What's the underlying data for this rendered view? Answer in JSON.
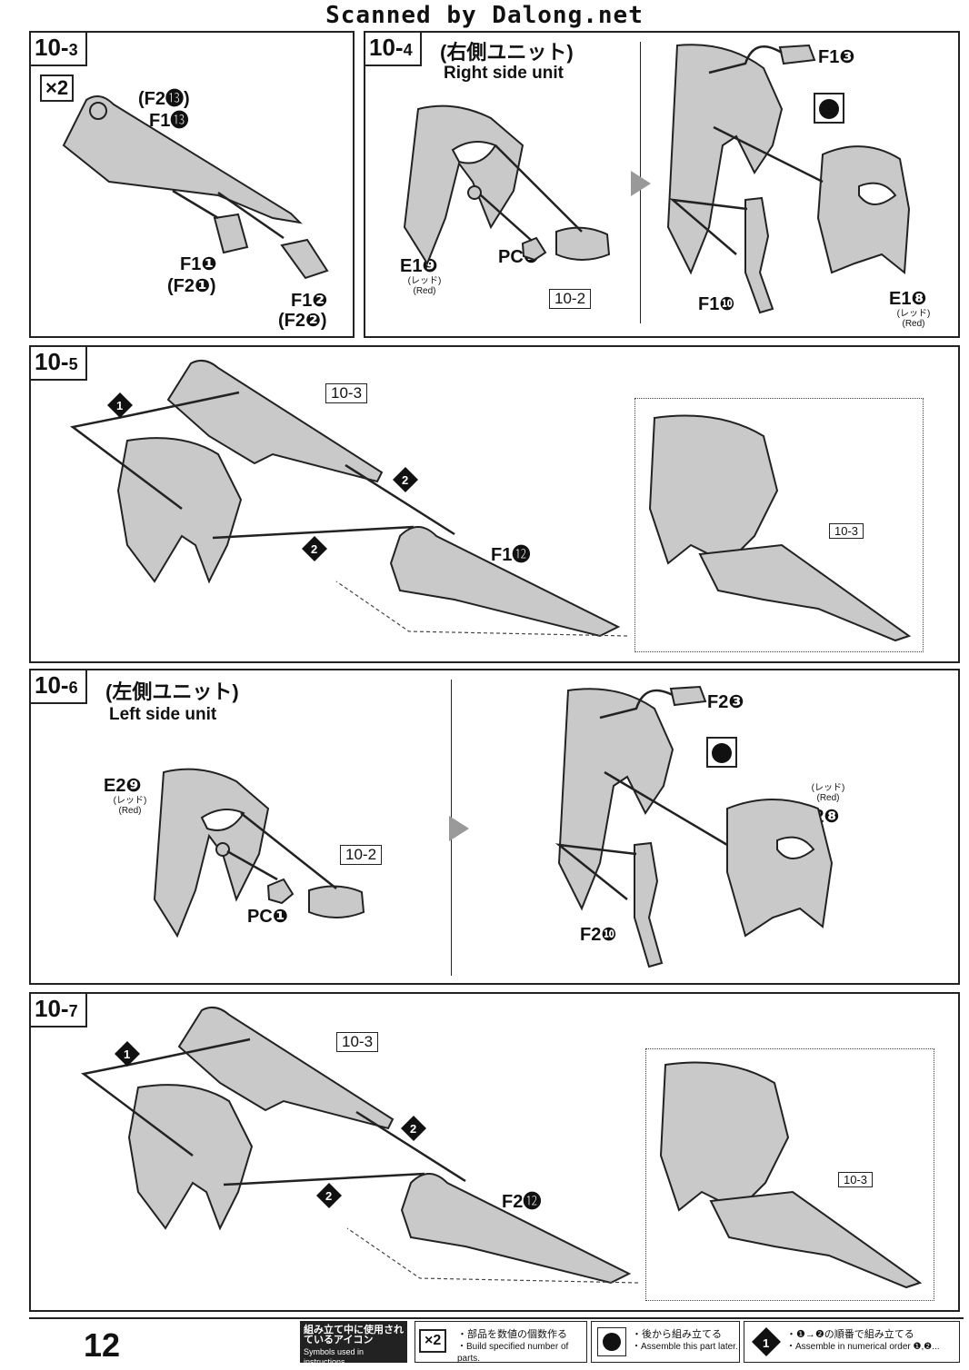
{
  "header": {
    "text": "Scanned by Dalong.net"
  },
  "steps": {
    "s10_3": {
      "num": "10",
      "sub": "3",
      "qty": "×2",
      "labels": {
        "f2_13": "(F2⓭)",
        "f1_13": "F1⓭",
        "f1_1": "F1❶",
        "f2_1": "(F2❶)",
        "f1_2": "F1❷",
        "f2_2": "(F2❷)"
      }
    },
    "s10_4": {
      "num": "10",
      "sub": "4",
      "title_jp": "(右側ユニット)",
      "title_en": "Right side unit",
      "labels": {
        "e1_9": "E1❾",
        "red_jp": "(レッド)",
        "red_en": "(Red)",
        "pc1": "PC❶",
        "ref": "10-2",
        "f1_3": "F1❸",
        "f1_10": "F1❿",
        "e1_8": "E1❽"
      }
    },
    "s10_5": {
      "num": "10",
      "sub": "5",
      "labels": {
        "ref1": "10-3",
        "ref2": "10-3",
        "f1_12": "F1⓬"
      }
    },
    "s10_6": {
      "num": "10",
      "sub": "6",
      "title_jp": "(左側ユニット)",
      "title_en": "Left side unit",
      "labels": {
        "e2_9": "E2❾",
        "red_jp": "(レッド)",
        "red_en": "(Red)",
        "pc1": "PC❶",
        "ref": "10-2",
        "f2_3": "F2❸",
        "f2_10": "F2❿",
        "e2_8": "E2❽"
      }
    },
    "s10_7": {
      "num": "10",
      "sub": "7",
      "labels": {
        "ref1": "10-3",
        "ref2": "10-3",
        "f2_12": "F2⓬"
      }
    }
  },
  "order_marks": {
    "one": "1",
    "two": "2"
  },
  "footer": {
    "page": "12",
    "legend_title_jp": "組み立て中に使用されているアイコン",
    "legend_title_en": "Symbols used in instructions",
    "icon1": {
      "badge": "×2",
      "jp": "・部品を数値の個数作る",
      "en": "・Build specified number of parts."
    },
    "icon2": {
      "jp": "・後から組み立てる",
      "en": "・Assemble this part later."
    },
    "icon3": {
      "badge": "1",
      "jp": "・❶→❷の順番で組み立てる",
      "en": "・Assemble in numerical order ❶,❷..."
    }
  }
}
